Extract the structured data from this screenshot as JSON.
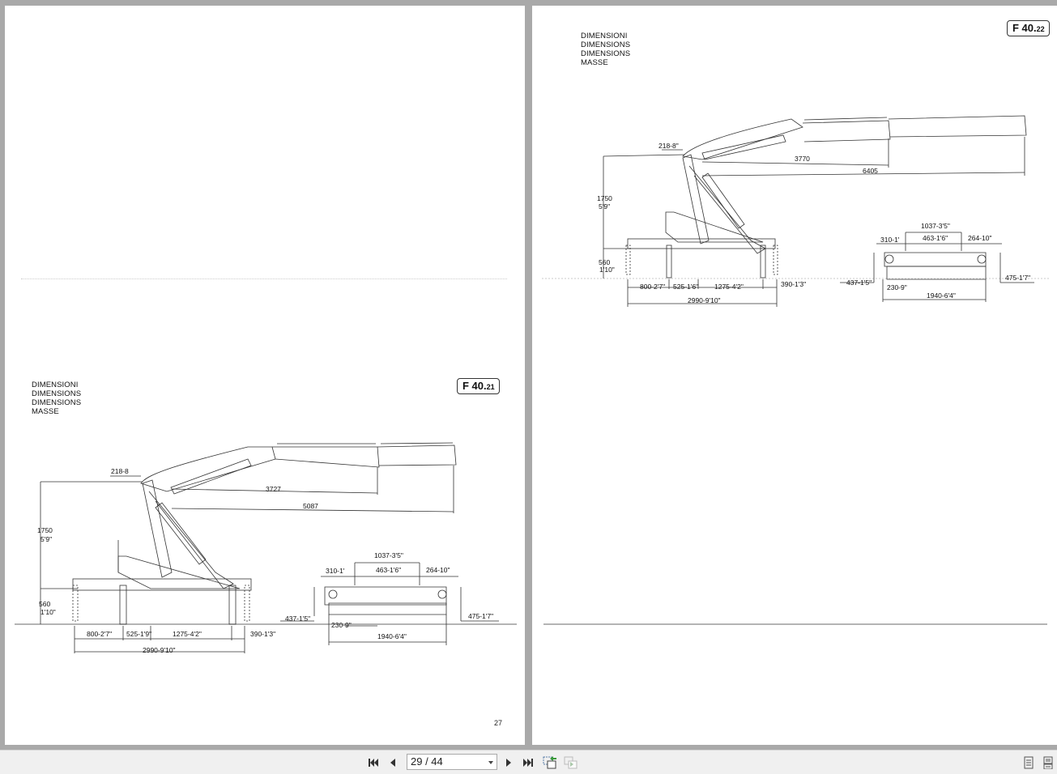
{
  "viewer": {
    "current_page": "29 / 44",
    "colors": {
      "background": "#a9a9a9",
      "toolbar": "#f0f0f0",
      "page": "#ffffff"
    }
  },
  "toolbar": {
    "first_page_icon": "first-page-icon",
    "prev_page_icon": "previous-page-icon",
    "page_selector_value": "29 / 44",
    "next_page_icon": "next-page-icon",
    "last_page_icon": "last-page-icon",
    "back_view_icon": "back-view-icon",
    "forward_view_icon": "forward-view-icon",
    "single_page_icon": "single-page-view-icon",
    "continuous_page_icon": "continuous-page-view-icon"
  },
  "left_page": {
    "header_lines": [
      "DIMENSIONI",
      "DIMENSIONS",
      "DIMENSIONS",
      "MASSE"
    ],
    "model_badge": {
      "main": "F 40.",
      "sub": "21"
    },
    "page_number": "27",
    "dims": {
      "offset_top": "218-8",
      "reach_1": "3727",
      "reach_2": "5087",
      "height_mm": "1750",
      "height_ft": "5'9\"",
      "base_mm": "560",
      "base_ft": "1'10\"",
      "b1": "800-2'7\"",
      "b2": "525-1'9\"",
      "b3": "1275-4'2\"",
      "b4": "390-1'3\"",
      "total_width": "2990-9'10\"",
      "t1": "1037-3'5\"",
      "t2": "310-1'",
      "t3": "463-1'6\"",
      "t4": "264-10\"",
      "t5": "437-1'5\"",
      "t6": "230-9\"",
      "t7": "475-1'7\"",
      "t8": "1940-6'4\""
    }
  },
  "right_page": {
    "header_lines": [
      "DIMENSIONI",
      "DIMENSIONS",
      "DIMENSIONS",
      "MASSE"
    ],
    "model_badge": {
      "main": "F 40.",
      "sub": "22"
    },
    "dims": {
      "offset_top": "218-8\"",
      "reach_1": "3770",
      "reach_2": "6405",
      "height_mm": "1750",
      "height_ft": "5'9\"",
      "base_mm": "560",
      "base_ft": "1'10\"",
      "b1": "800-2'7\"",
      "b2": "525-1'6\"",
      "b3": "1275-4'2\"",
      "b4": "390-1'3\"",
      "total_width": "2990-9'10\"",
      "t1": "1037-3'5\"",
      "t2": "310-1'",
      "t3": "463-1'6\"",
      "t4": "264-10\"",
      "t5": "437-1'5\"",
      "t6": "230-9\"",
      "t7": "475-1'7\"",
      "t8": "1940-6'4\""
    }
  }
}
